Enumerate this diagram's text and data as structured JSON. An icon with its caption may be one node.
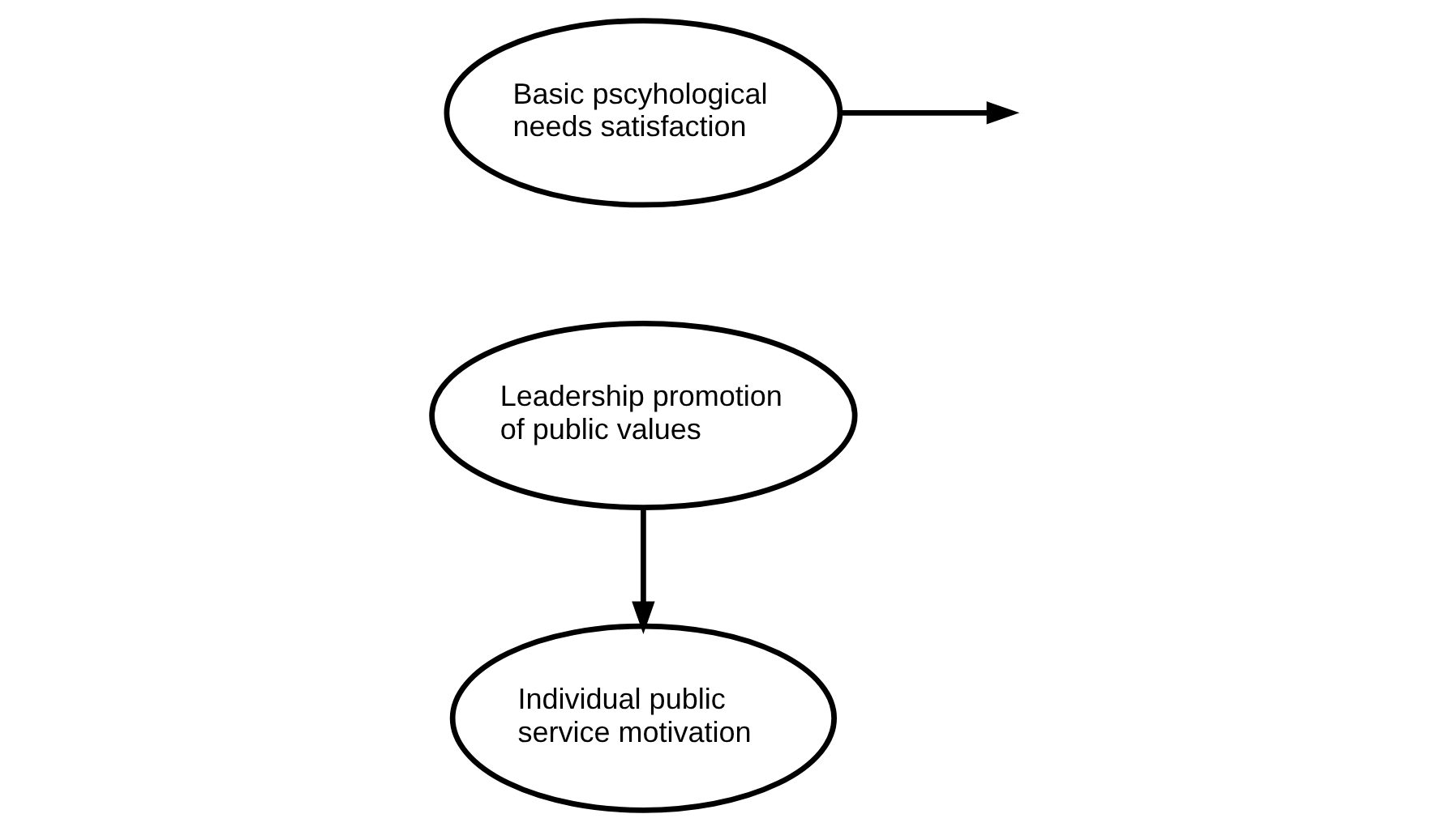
{
  "diagram": {
    "nodes": [
      {
        "text": [
          "Leadership promotion of public values"
        ]
      },
      {
        "text": [
          "Basic pscyhological needs satisfaction"
        ]
      },
      {
        "text": [
          "Individual public service motivation"
        ]
      }
    ],
    "edges": [
      {
        "from": 0,
        "to": 2,
        "arrow": "to"
      },
      {
        "from": 1,
        "to": null,
        "arrow": "to"
      }
    ]
  }
}
